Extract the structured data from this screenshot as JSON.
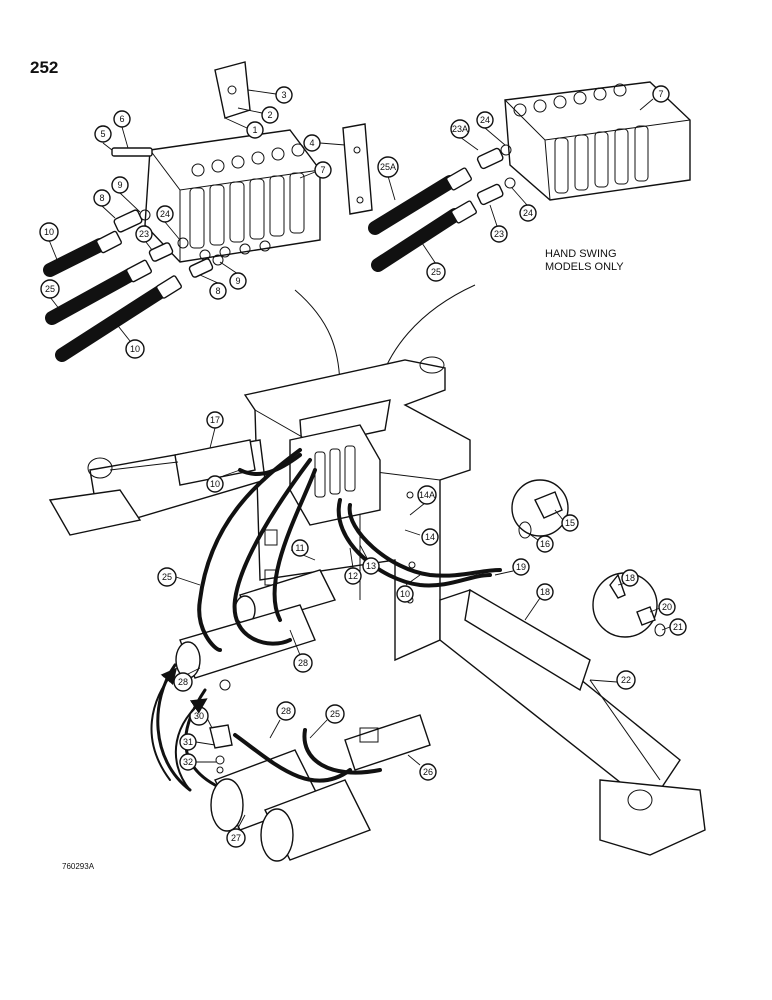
{
  "page": {
    "number": "252",
    "figure_id": "760293A",
    "note_lines": [
      "HAND SWING",
      "MODELS ONLY"
    ]
  },
  "callouts": {
    "c1": "1",
    "c2": "2",
    "c3": "3",
    "c4": "4",
    "c5": "5",
    "c6": "6",
    "c7a": "7",
    "c7b": "7",
    "c8a": "8",
    "c8b": "8",
    "c9a": "9",
    "c9b": "9",
    "c10a": "10",
    "c10b": "10",
    "c10c": "10",
    "c10d": "10",
    "c11": "11",
    "c12": "12",
    "c13": "13",
    "c14": "14",
    "c14a": "14A",
    "c15": "15",
    "c16": "16",
    "c17": "17",
    "c18": "18",
    "c19": "19",
    "c20": "20",
    "c21": "21",
    "c22": "22",
    "c23a": "23",
    "c23b": "23",
    "c23A": "23A",
    "c24a": "24",
    "c24b": "24",
    "c24c": "24",
    "c25a": "25",
    "c25b": "25",
    "c25c": "25",
    "c25d": "25",
    "c25A": "25A",
    "c26": "26",
    "c27": "27",
    "c28a": "28",
    "c28b": "28",
    "c28c": "28",
    "c30": "30",
    "c31": "31",
    "c32": "32"
  }
}
